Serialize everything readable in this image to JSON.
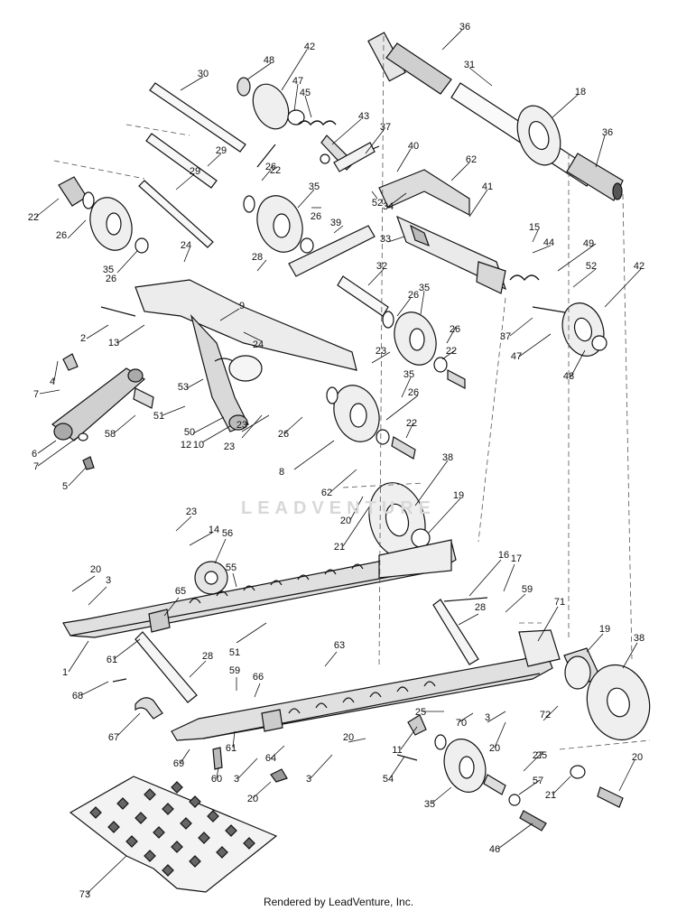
{
  "footer_text": "Rendered by LeadVenture, Inc.",
  "watermark_text": "LEADVENTURE",
  "callouts": [
    {
      "id": "c36a",
      "label": "36"
    },
    {
      "id": "c31",
      "label": "31"
    },
    {
      "id": "c18",
      "label": "18"
    },
    {
      "id": "c36b",
      "label": "36"
    },
    {
      "id": "c48a",
      "label": "48"
    },
    {
      "id": "c42a",
      "label": "42"
    },
    {
      "id": "c30",
      "label": "30"
    },
    {
      "id": "c47a",
      "label": "47"
    },
    {
      "id": "c45",
      "label": "45"
    },
    {
      "id": "c43",
      "label": "43"
    },
    {
      "id": "c37a",
      "label": "37"
    },
    {
      "id": "c40",
      "label": "40"
    },
    {
      "id": "c62a",
      "label": "62"
    },
    {
      "id": "c29a",
      "label": "29"
    },
    {
      "id": "c22a",
      "label": "22"
    },
    {
      "id": "c29b",
      "label": "29"
    },
    {
      "id": "c26a",
      "label": "26"
    },
    {
      "id": "c35a",
      "label": "35"
    },
    {
      "id": "c52a",
      "label": "52"
    },
    {
      "id": "c34",
      "label": "34"
    },
    {
      "id": "c41",
      "label": "41"
    },
    {
      "id": "c22b",
      "label": "22"
    },
    {
      "id": "c26b",
      "label": "26"
    },
    {
      "id": "c35b",
      "label": "35"
    },
    {
      "id": "c26c",
      "label": "26"
    },
    {
      "id": "c24a",
      "label": "24"
    },
    {
      "id": "c26d",
      "label": "26"
    },
    {
      "id": "c39",
      "label": "39"
    },
    {
      "id": "c33",
      "label": "33"
    },
    {
      "id": "c15",
      "label": "15"
    },
    {
      "id": "c44",
      "label": "44"
    },
    {
      "id": "c49",
      "label": "49"
    },
    {
      "id": "c52b",
      "label": "52"
    },
    {
      "id": "c28a",
      "label": "28"
    },
    {
      "id": "c32",
      "label": "32"
    },
    {
      "id": "c42b",
      "label": "42"
    },
    {
      "id": "c26e",
      "label": "26"
    },
    {
      "id": "c35c",
      "label": "35"
    },
    {
      "id": "c9",
      "label": "9"
    },
    {
      "id": "c2",
      "label": "2"
    },
    {
      "id": "c13",
      "label": "13"
    },
    {
      "id": "c24b",
      "label": "24"
    },
    {
      "id": "c37b",
      "label": "37"
    },
    {
      "id": "c47b",
      "label": "47"
    },
    {
      "id": "c48b",
      "label": "48"
    },
    {
      "id": "c26f",
      "label": "26"
    },
    {
      "id": "c22c",
      "label": "22"
    },
    {
      "id": "c23a",
      "label": "23"
    },
    {
      "id": "c4",
      "label": "4"
    },
    {
      "id": "c53",
      "label": "53"
    },
    {
      "id": "c35d",
      "label": "35"
    },
    {
      "id": "c26g",
      "label": "26"
    },
    {
      "id": "c7a",
      "label": "7"
    },
    {
      "id": "c58",
      "label": "58"
    },
    {
      "id": "c51a",
      "label": "51"
    },
    {
      "id": "c50",
      "label": "50"
    },
    {
      "id": "c23b",
      "label": "23"
    },
    {
      "id": "c26h",
      "label": "26"
    },
    {
      "id": "c22d",
      "label": "22"
    },
    {
      "id": "c6",
      "label": "6"
    },
    {
      "id": "c10",
      "label": "10"
    },
    {
      "id": "c23c",
      "label": "23"
    },
    {
      "id": "c12",
      "label": "12"
    },
    {
      "id": "c7b",
      "label": "7"
    },
    {
      "id": "c8",
      "label": "8"
    },
    {
      "id": "c5",
      "label": "5"
    },
    {
      "id": "c38a",
      "label": "38"
    },
    {
      "id": "c62b",
      "label": "62"
    },
    {
      "id": "c19a",
      "label": "19"
    },
    {
      "id": "c20a",
      "label": "20"
    },
    {
      "id": "c21a",
      "label": "21"
    },
    {
      "id": "c23d",
      "label": "23"
    },
    {
      "id": "c14",
      "label": "14"
    },
    {
      "id": "c56",
      "label": "56"
    },
    {
      "id": "c16",
      "label": "16"
    },
    {
      "id": "c17",
      "label": "17"
    },
    {
      "id": "c55",
      "label": "55"
    },
    {
      "id": "c20b",
      "label": "20"
    },
    {
      "id": "c3a",
      "label": "3"
    },
    {
      "id": "c65",
      "label": "65"
    },
    {
      "id": "c59a",
      "label": "59"
    },
    {
      "id": "c71",
      "label": "71"
    },
    {
      "id": "c28b",
      "label": "28"
    },
    {
      "id": "c51b",
      "label": "51"
    },
    {
      "id": "c1",
      "label": "1"
    },
    {
      "id": "c61a",
      "label": "61"
    },
    {
      "id": "c19b",
      "label": "19"
    },
    {
      "id": "c38b",
      "label": "38"
    },
    {
      "id": "c63",
      "label": "63"
    },
    {
      "id": "c28c",
      "label": "28"
    },
    {
      "id": "c68",
      "label": "68"
    },
    {
      "id": "c59b",
      "label": "59"
    },
    {
      "id": "c66",
      "label": "66"
    },
    {
      "id": "c25a",
      "label": "25"
    },
    {
      "id": "c70",
      "label": "70"
    },
    {
      "id": "c3b",
      "label": "3"
    },
    {
      "id": "c72",
      "label": "72"
    },
    {
      "id": "c67",
      "label": "67"
    },
    {
      "id": "c20c",
      "label": "20"
    },
    {
      "id": "c11",
      "label": "11"
    },
    {
      "id": "c20d",
      "label": "20"
    },
    {
      "id": "c27",
      "label": "27"
    },
    {
      "id": "c25b",
      "label": "25"
    },
    {
      "id": "c20e",
      "label": "20"
    },
    {
      "id": "c61b",
      "label": "61"
    },
    {
      "id": "c69",
      "label": "69"
    },
    {
      "id": "c64",
      "label": "64"
    },
    {
      "id": "c3c",
      "label": "3"
    },
    {
      "id": "c3d",
      "label": "3"
    },
    {
      "id": "c60",
      "label": "60"
    },
    {
      "id": "c54",
      "label": "54"
    },
    {
      "id": "c57",
      "label": "57"
    },
    {
      "id": "c35e",
      "label": "35"
    },
    {
      "id": "c21b",
      "label": "21"
    },
    {
      "id": "c20f",
      "label": "20"
    },
    {
      "id": "c46",
      "label": "46"
    },
    {
      "id": "c73",
      "label": "73"
    }
  ]
}
